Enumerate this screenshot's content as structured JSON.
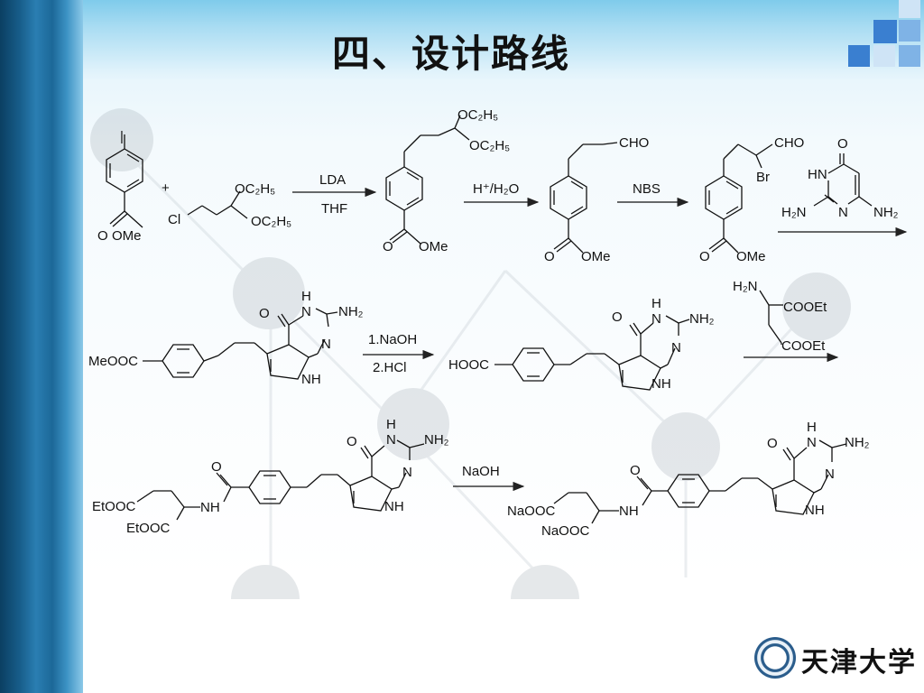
{
  "title": "四、设计路线",
  "university_name": "天津大学",
  "colors": {
    "accent_blue": "#2a7eb2",
    "dark_blue": "#0b3f62",
    "square_blue": "#3a7fd0"
  },
  "reagents": {
    "r1_top": "LDA",
    "r1_bottom": "THF",
    "r2_top": "H⁺/H₂O",
    "r3_top": "NBS",
    "r5_top": "1.NaOH",
    "r5_bottom": "2.HCl",
    "r7_top": "NaOH"
  },
  "labels": {
    "plus": "+",
    "cl": "Cl",
    "oc2h5": "OC₂H₅",
    "ester_o": "O",
    "ome": "OMe",
    "cho": "CHO",
    "br": "Br",
    "hn": "HN",
    "nh": "NH",
    "h": "H",
    "n": "N",
    "o": "O",
    "nh2": "NH₂",
    "h2n": "H₂N",
    "meooc": "MeOOC",
    "hooc": "HOOC",
    "cooet": "COOEt",
    "etooc": "EtOOC",
    "naooc": "NaOOC"
  }
}
